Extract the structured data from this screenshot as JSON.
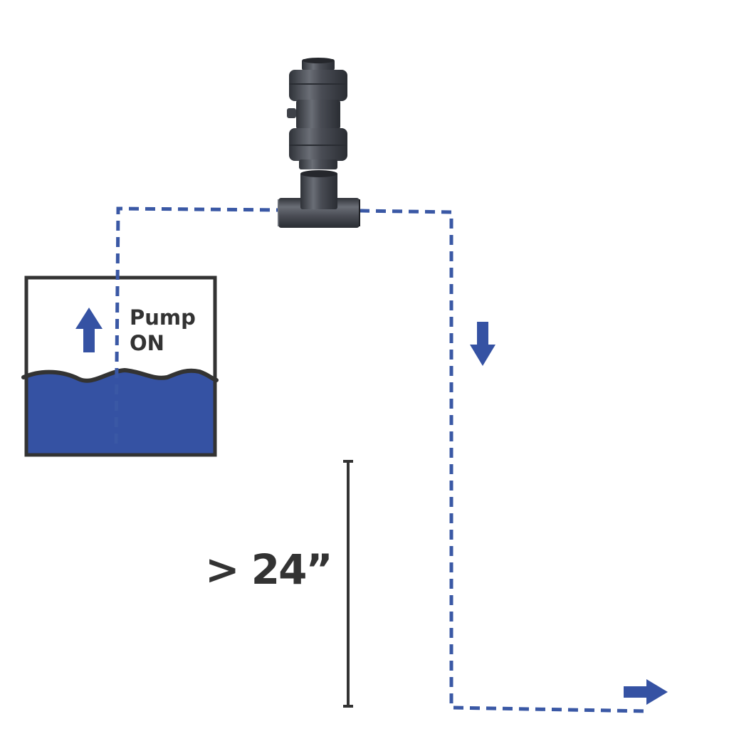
{
  "colors": {
    "pipe": "#3a58a5",
    "water": "#3552a3",
    "outline": "#333333",
    "valve_dark": "#3e4148",
    "valve_mid": "#5a5e66",
    "valve_light": "#868a92"
  },
  "tank": {
    "label_line1": "Pump",
    "label_line2": "ON",
    "arrow_icon": "up-arrow-icon"
  },
  "measurement": {
    "label": "> 24”"
  },
  "flow_arrows": [
    "down-arrow-icon",
    "right-arrow-icon"
  ],
  "components": [
    "check-valve-icon",
    "tee-fitting-icon"
  ]
}
